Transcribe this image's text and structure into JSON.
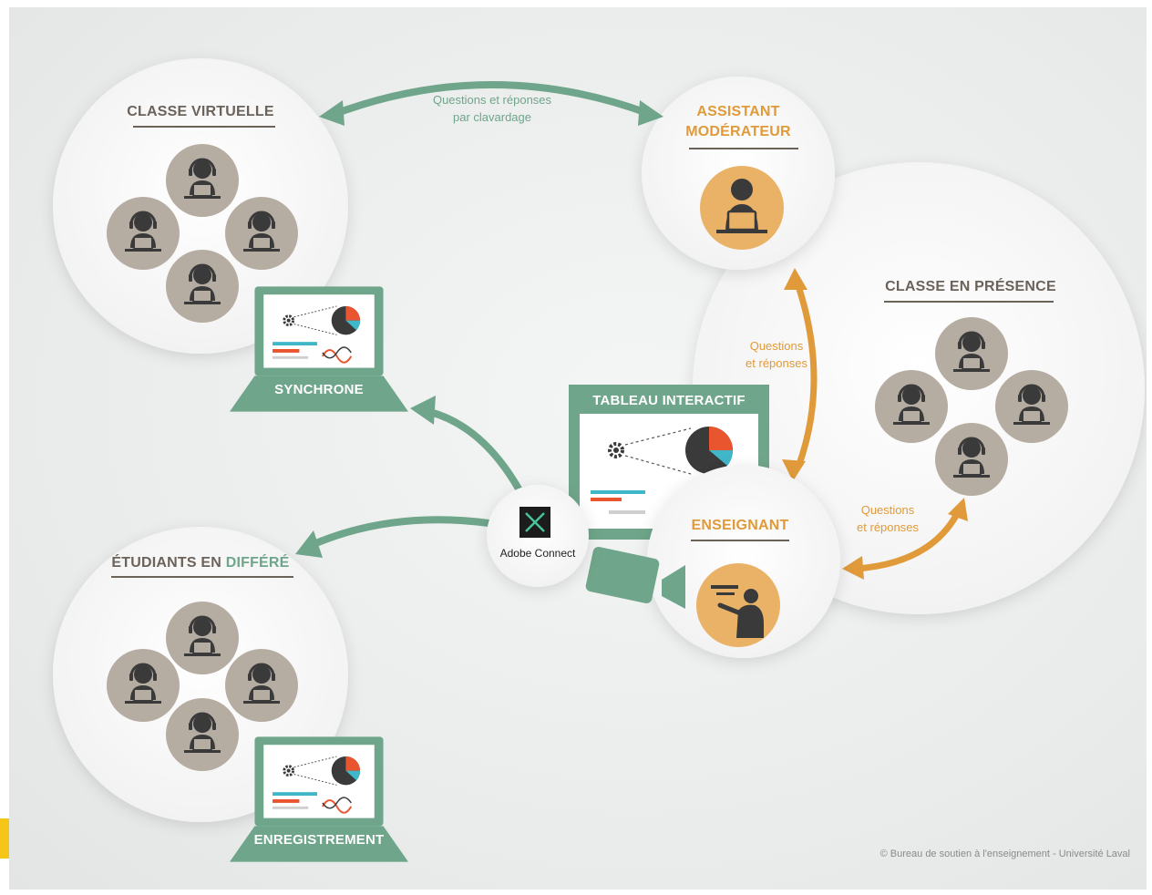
{
  "groups": {
    "classe_virtuelle": "CLASSE VIRTUELLE",
    "assistant_line1": "ASSISTANT",
    "assistant_line2": "MODÉRATEUR",
    "classe_presence": "CLASSE EN PRÉSENCE",
    "etudiants_part1": "ÉTUDIANTS EN ",
    "etudiants_part2": "DIFFÉRÉ",
    "enseignant": "ENSEIGNANT"
  },
  "devices": {
    "synchrone": "SYNCHRONE",
    "tableau": "TABLEAU INTERACTIF",
    "enregistrement": "ENREGISTREMENT"
  },
  "links": {
    "chat_line1": "Questions et réponses",
    "chat_line2": "par clavardage",
    "qr_line1": "Questions",
    "qr_line2": "et réponses"
  },
  "hub": {
    "label": "Adobe Connect"
  },
  "footer": {
    "copyright": "© Bureau de soutien à l'enseignement - Université Laval"
  },
  "colors": {
    "green": "#6fa58a",
    "orange": "#e09a3a",
    "person_circle": "#b5aca2",
    "person_orange": "#eab267",
    "dark": "#3a3a3a"
  },
  "icons": {
    "person": "headset-student-icon",
    "teacher": "teacher-icon",
    "assistant": "assistant-laptop-icon",
    "camera": "video-camera-icon",
    "hub": "adobe-connect-icon"
  }
}
